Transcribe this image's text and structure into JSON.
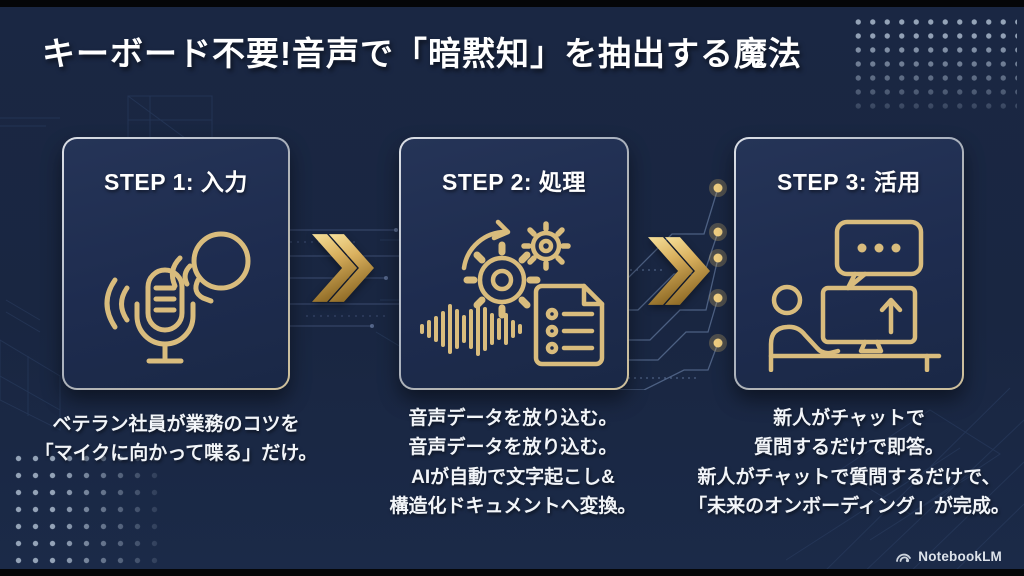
{
  "title": "キーボード不要!音声で「暗黙知」を抽出する魔法",
  "steps": [
    {
      "label": "STEP 1: 入力",
      "icon": "mic-speaking-icon",
      "lines": [
        "ベテラン社員が業務のコツを",
        "「マイクに向かって喋る」だけ。"
      ]
    },
    {
      "label": "STEP 2: 処理",
      "icon": "gears-waveform-document-icon",
      "lines": [
        "音声データを放り込む。",
        "音声データを放り込む。",
        "AIが自動で文字起こし&",
        "構造化ドキュメントへ変換。"
      ]
    },
    {
      "label": "STEP 3: 活用",
      "icon": "person-computer-chat-icon",
      "lines": [
        "新人がチャットで",
        "質問するだけで即答。",
        "新人がチャットで質問するだけで、",
        "「未来のオンボーディング」が完成。"
      ]
    }
  ],
  "footer": {
    "brand": "NotebookLM"
  },
  "colors": {
    "background": "#1a2743",
    "card_fill": "#1e2c4f",
    "card_border_silver": "#c9ced6",
    "card_border_gold": "#cfc09a",
    "icon_gold": "#d9bc7d",
    "chevron_gold_light": "#f6e09a",
    "chevron_gold_dark": "#8f6b26",
    "dot_gray": "#9baabe",
    "text_white": "#f2f5f9"
  }
}
